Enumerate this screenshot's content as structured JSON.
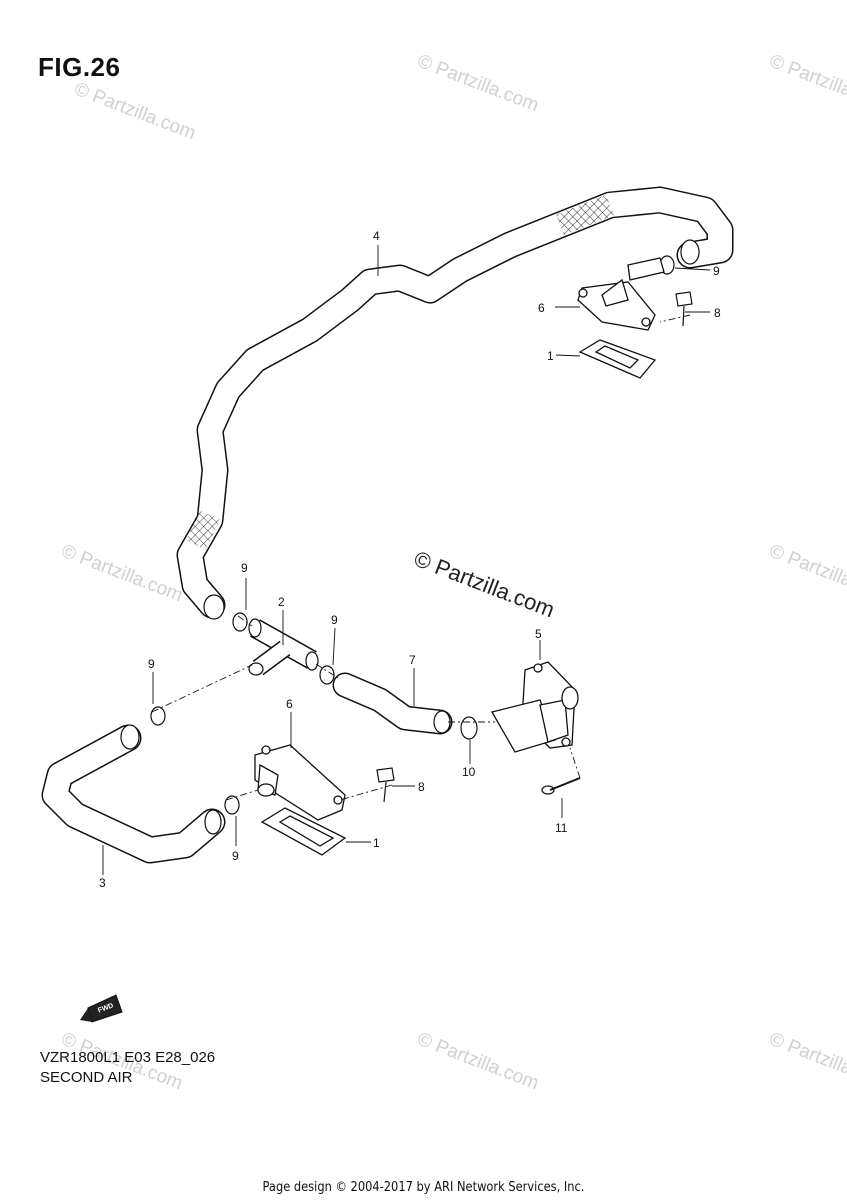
{
  "figure": {
    "title": "FIG.26",
    "model_code": "VZR1800L1 E03 E28_026",
    "section_name": "SECOND AIR"
  },
  "footer": {
    "copyright": "Page design © 2004-2017 by ARI Network Services, Inc."
  },
  "watermark": {
    "text": "© Partzilla.com"
  },
  "fwd_arrow": {
    "label": "FWD"
  },
  "callouts": [
    {
      "id": "c4",
      "label": "4"
    },
    {
      "id": "c9a",
      "label": "9"
    },
    {
      "id": "c6a",
      "label": "6"
    },
    {
      "id": "c8a",
      "label": "8"
    },
    {
      "id": "c1a",
      "label": "1"
    },
    {
      "id": "c9b",
      "label": "9"
    },
    {
      "id": "c2",
      "label": "2"
    },
    {
      "id": "c9c",
      "label": "9"
    },
    {
      "id": "c5",
      "label": "5"
    },
    {
      "id": "c9d",
      "label": "9"
    },
    {
      "id": "c7",
      "label": "7"
    },
    {
      "id": "c6b",
      "label": "6"
    },
    {
      "id": "c10",
      "label": "10"
    },
    {
      "id": "c8b",
      "label": "8"
    },
    {
      "id": "c11",
      "label": "11"
    },
    {
      "id": "c9e",
      "label": "9"
    },
    {
      "id": "c1b",
      "label": "1"
    },
    {
      "id": "c3",
      "label": "3"
    }
  ]
}
